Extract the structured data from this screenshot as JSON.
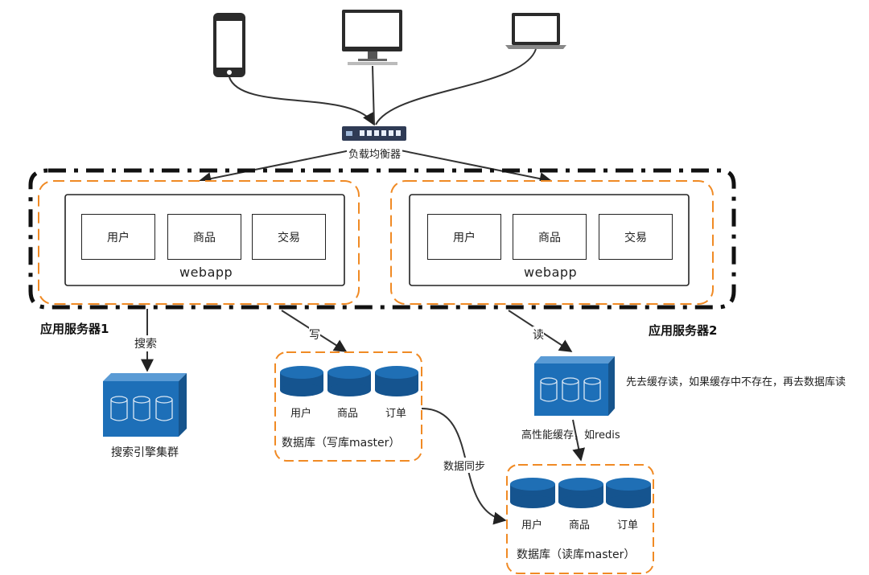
{
  "load_balancer": {
    "label": "负载均衡器"
  },
  "server1": {
    "label": "应用服务器1",
    "app_label": "webapp",
    "modules": [
      "用户",
      "商品",
      "交易"
    ]
  },
  "server2": {
    "label": "应用服务器2",
    "app_label": "webapp",
    "modules": [
      "用户",
      "商品",
      "交易"
    ]
  },
  "edges": {
    "search": "搜索",
    "write": "写",
    "read": "读",
    "sync": "数据同步"
  },
  "search_cluster": {
    "label": "搜索引擎集群"
  },
  "db_write": {
    "tables": [
      "用户",
      "商品",
      "订单"
    ],
    "label": "数据库（写库master）"
  },
  "cache": {
    "label": "高性能缓存，如redis",
    "note": "先去缓存读，如果缓存中不存在，再去数据库读"
  },
  "db_read": {
    "tables": [
      "用户",
      "商品",
      "订单"
    ],
    "label": "数据库（读库master）"
  },
  "colors": {
    "accent": "#f08a24",
    "node_blue": "#1d6fb8",
    "line": "#333333"
  }
}
